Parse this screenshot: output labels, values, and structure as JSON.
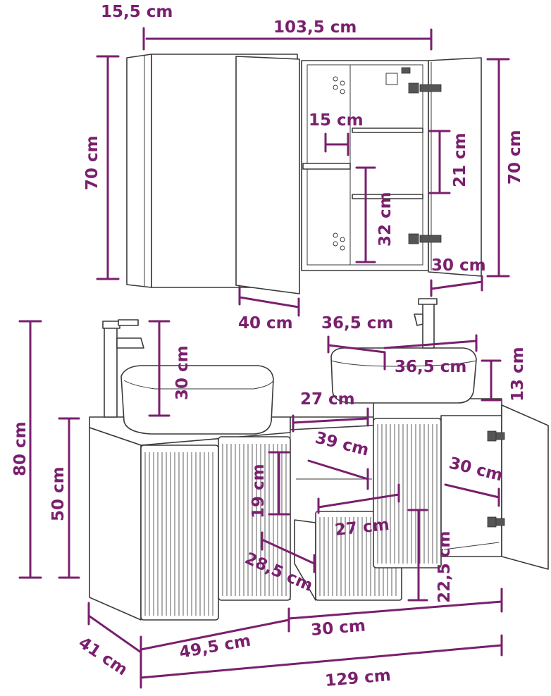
{
  "labels": {
    "mirror_thickness": "15,5 cm",
    "mirror_width": "103,5 cm",
    "mirror_height_left": "70 cm",
    "mirror_height_right": "70 cm",
    "mirror_shelf_width": "15 cm",
    "mirror_shelf_gap": "21 cm",
    "mirror_lower_gap": "32 cm",
    "mirror_door_width": "30 cm",
    "mirror_side_door": "40 cm",
    "basin_right_depth": "36,5 cm",
    "basin_right_width": "36,5 cm",
    "basin_right_height": "13 cm",
    "faucet_height": "30 cm",
    "total_height": "80 cm",
    "cabinet_height": "50 cm",
    "middle_width": "27 cm",
    "inner_depth": "39 cm",
    "door_right_width": "30 cm",
    "middle_gap_height": "19 cm",
    "drawer_width": "27 cm",
    "drawer_depth": "28,5 cm",
    "drawer_height": "22,5 cm",
    "depth": "41 cm",
    "left_width": "49,5 cm",
    "right_width": "30 cm",
    "total_width": "129 cm"
  },
  "colors": {
    "dimension": "#7a1f6e",
    "outline": "#3a3a3a",
    "background": "#ffffff"
  },
  "icons": {
    "hinge": "hinge-icon",
    "faucet": "faucet-icon"
  }
}
